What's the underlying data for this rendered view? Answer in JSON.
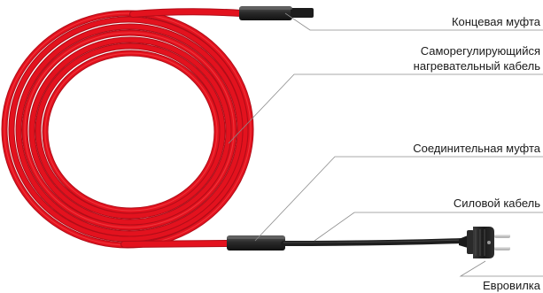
{
  "labels": {
    "end_coupling": "Концевая муфта",
    "heating_cable_line1": "Саморегулирующийся",
    "heating_cable_line2": "нагревательный кабель",
    "connection_coupling": "Соединительная муфта",
    "power_cable": "Силовой кабель",
    "euro_plug": "Евровилка"
  },
  "colors": {
    "cable_red": "#e3121e",
    "cable_dark_red": "#b00d18",
    "coupling": "#2b2b2b",
    "power_cable": "#1e1e1e",
    "leader_line": "#8c8c8c"
  },
  "icons": {
    "plug": "euro-plug-icon"
  }
}
